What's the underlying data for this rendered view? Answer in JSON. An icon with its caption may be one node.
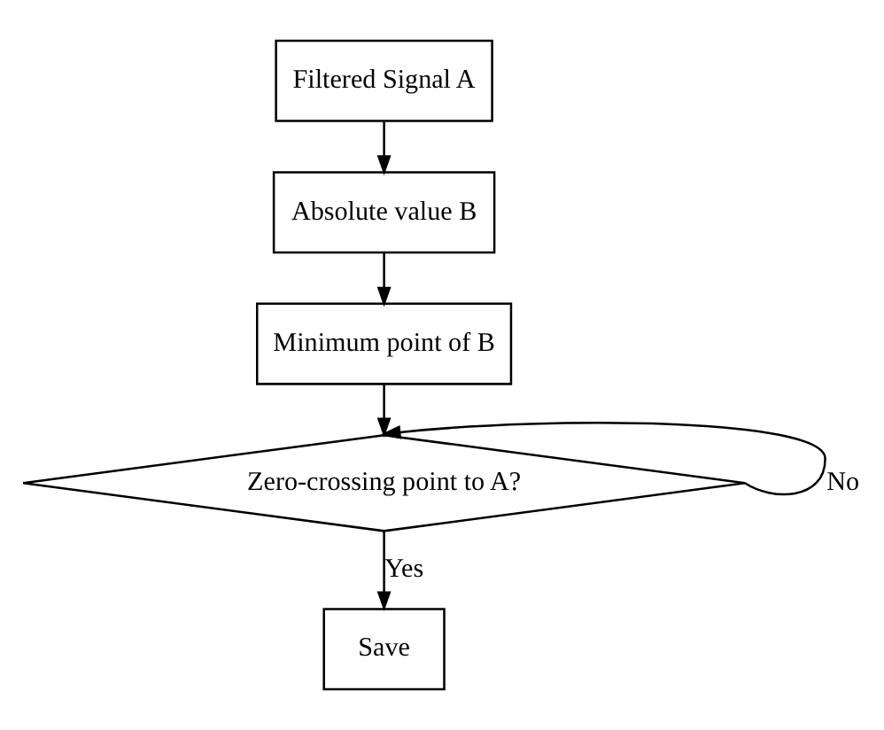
{
  "diagram": {
    "nodes": [
      {
        "text": [
          "Filtered Signal A"
        ]
      },
      {
        "text": [
          "Absolute value B"
        ]
      },
      {
        "text": [
          "Minimum point of B"
        ]
      },
      {
        "text": [
          "Zero-crossing point to A?"
        ]
      },
      {
        "text": [
          "Save"
        ]
      }
    ],
    "edges": [
      {
        "from": 0,
        "to": 1,
        "arrow": "to"
      },
      {
        "from": 1,
        "to": 2,
        "arrow": "to"
      },
      {
        "from": 2,
        "to": 3,
        "arrow": "to"
      },
      {
        "from": 3,
        "to": 3,
        "arrow": "to",
        "label": "No"
      },
      {
        "from": 3,
        "to": 4,
        "arrow": "to",
        "label": "Yes"
      }
    ]
  }
}
